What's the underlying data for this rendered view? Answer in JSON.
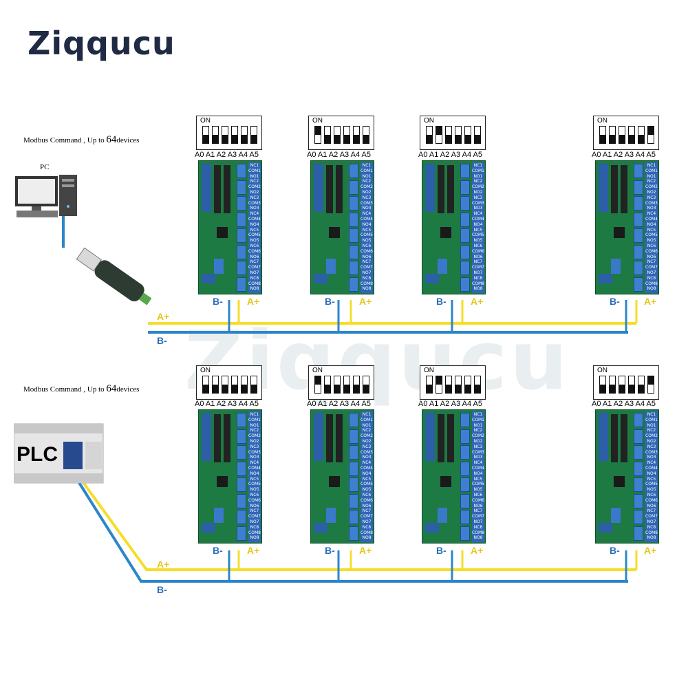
{
  "logo": "Ziqqucu",
  "watermark": "Ziqqucu",
  "captions": {
    "top": {
      "text": "Modbus Command , Up to ",
      "num": "64",
      "suffix": "devices"
    },
    "bottom": {
      "text": "Modbus Command , Up to ",
      "num": "64",
      "suffix": "devices"
    }
  },
  "pc_label": "PC",
  "plc_label": "PLC",
  "dip_on_label": "ON",
  "address_labels": "A0 A1 A2 A3 A4 A5",
  "terminal_labels": {
    "b_minus": "B-",
    "a_plus": "A+"
  },
  "relay_labels": [
    "NC1",
    "COM1",
    "NO1",
    "NC2",
    "COM2",
    "NO2",
    "NC3",
    "COM3",
    "NO3",
    "NC4",
    "COM4",
    "NO4",
    "NC5",
    "COM5",
    "NO5",
    "NC6",
    "COM6",
    "NO6",
    "NC7",
    "COM7",
    "NO7",
    "NC8",
    "COM8",
    "NO8"
  ],
  "dip_states": [
    [
      false,
      false,
      false,
      false,
      false,
      false
    ],
    [
      true,
      false,
      false,
      false,
      false,
      false
    ],
    [
      false,
      true,
      false,
      false,
      false,
      false
    ],
    [
      false,
      false,
      false,
      false,
      false,
      true
    ]
  ],
  "colors": {
    "wire_a": "#f5dd2a",
    "wire_b": "#2b86c9",
    "board": "#1d7a43",
    "relay": "#3f7fd1"
  },
  "icons": [
    "computer-icon",
    "usb-adapter-icon",
    "plc-icon"
  ]
}
